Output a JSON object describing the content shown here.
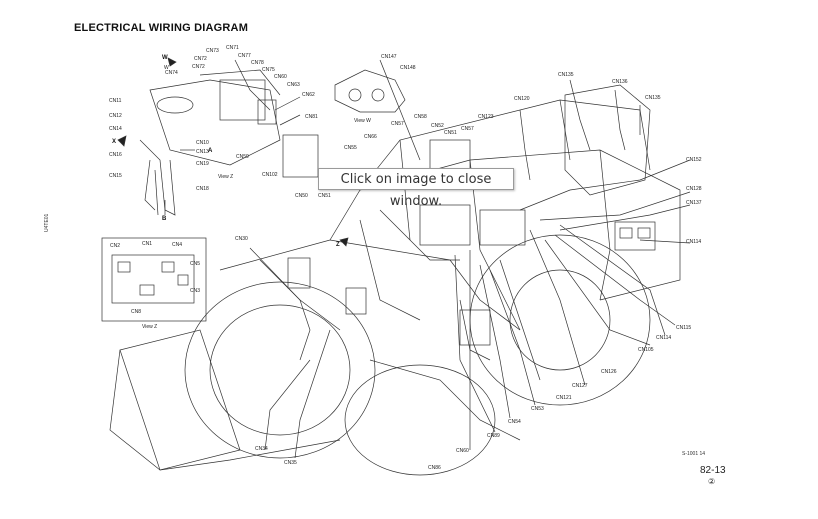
{
  "title": "ELECTRICAL WIRING DIAGRAM",
  "overlay": {
    "message": "Click on image to close window."
  },
  "page": {
    "number": "82-13",
    "sub": "②",
    "code": "S-1001 14",
    "side_code": "U4TE01"
  },
  "views": {
    "view_w": "View W",
    "view_z": "View Z",
    "view_z_inset": "View Z"
  },
  "markers": {
    "w": "W",
    "x": "X",
    "z": "Z",
    "b": "B",
    "a": "A"
  },
  "labels": [
    {
      "t": "CN73"
    },
    {
      "t": "CN71"
    },
    {
      "t": "W"
    },
    {
      "t": "CN72"
    },
    {
      "t": "CN77"
    },
    {
      "t": "CN74"
    },
    {
      "t": "CN72"
    },
    {
      "t": "CN78"
    },
    {
      "t": "CN75"
    },
    {
      "t": "CN60"
    },
    {
      "t": "CN63"
    },
    {
      "t": "CN62"
    },
    {
      "t": "CN11"
    },
    {
      "t": "CN12"
    },
    {
      "t": "CN81"
    },
    {
      "t": "CN13"
    },
    {
      "t": "CN10"
    },
    {
      "t": "CN16"
    },
    {
      "t": "CN14"
    },
    {
      "t": "CN19"
    },
    {
      "t": "CN59"
    },
    {
      "t": "CN15"
    },
    {
      "t": "CN18"
    },
    {
      "t": "CN102"
    },
    {
      "t": "CN147"
    },
    {
      "t": "CN148"
    },
    {
      "t": "CN135"
    },
    {
      "t": "CN136"
    },
    {
      "t": "CN135"
    },
    {
      "t": "CN120"
    },
    {
      "t": "CN58"
    },
    {
      "t": "CN57"
    },
    {
      "t": "CN52"
    },
    {
      "t": "CN51"
    },
    {
      "t": "CN123"
    },
    {
      "t": "CN57"
    },
    {
      "t": "CN66"
    },
    {
      "t": "CN55"
    },
    {
      "t": "CN152"
    },
    {
      "t": "CN50"
    },
    {
      "t": "CN51"
    },
    {
      "t": "CN128"
    },
    {
      "t": "CN137"
    },
    {
      "t": "CN114"
    },
    {
      "t": "CN30"
    },
    {
      "t": "CN2"
    },
    {
      "t": "CN1"
    },
    {
      "t": "CN4"
    },
    {
      "t": "CN3"
    },
    {
      "t": "CN5"
    },
    {
      "t": "CN8"
    },
    {
      "t": "CN115"
    },
    {
      "t": "CN114"
    },
    {
      "t": "CN105"
    },
    {
      "t": "CN126"
    },
    {
      "t": "CN127"
    },
    {
      "t": "CN121"
    },
    {
      "t": "CN53"
    },
    {
      "t": "CN54"
    },
    {
      "t": "CN89"
    },
    {
      "t": "CN60"
    },
    {
      "t": "CN34"
    },
    {
      "t": "CN35"
    },
    {
      "t": "CN86"
    }
  ]
}
